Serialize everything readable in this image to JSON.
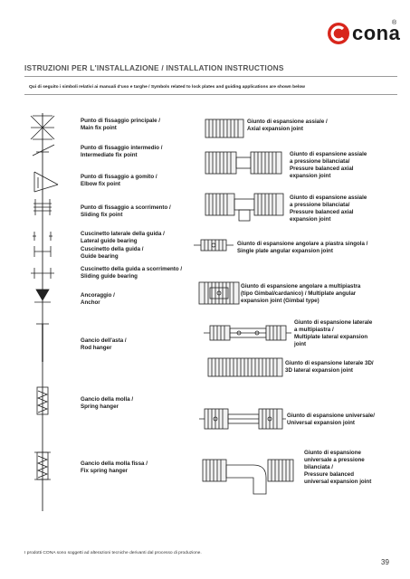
{
  "brand": {
    "name": "cona",
    "reg": "®"
  },
  "header": {
    "title": "ISTRUZIONI PER L'INSTALLAZIONE / INSTALLATION INSTRUCTIONS",
    "subtitle": "Qui di seguito i simboli relativi ai manuali d'uso e targhe / Symbols related to lock plates and guiding applications are shown below"
  },
  "left_items": [
    {
      "line1": "Punto di fissaggio principale /",
      "line2": "Main fix point"
    },
    {
      "line1": "Punto di fissaggio intermedio /",
      "line2": "Intermediate fix point"
    },
    {
      "line1": "Punto di fissaggio a gomito /",
      "line2": "Elbow fix point"
    },
    {
      "line1": "Punto di fissaggio a scorrimento /",
      "line2": "Sliding fix point"
    },
    {
      "line1": "Cuscinetto laterale della guida /",
      "line2": "Lateral guide bearing"
    },
    {
      "line1": "Cuscinetto della guida /",
      "line2": "Guide bearing"
    },
    {
      "line1": "Cuscinetto della guida a scorrimento /",
      "line2": "Sliding guide bearing"
    },
    {
      "line1": "Ancoraggio /",
      "line2": "Anchor"
    },
    {
      "line1": "Gancio dell'asta /",
      "line2": "Rod hanger"
    },
    {
      "line1": "Gancio della molla /",
      "line2": "Spring hanger"
    },
    {
      "line1": "Gancio della molla fissa /",
      "line2": "Fix spring hanger"
    }
  ],
  "right_items": [
    {
      "lines": [
        "Giunto di espansione assiale /",
        "Axial expansion joint"
      ]
    },
    {
      "lines": [
        "Giunto di espansione assiale",
        "a pressione bilanciata/",
        "Pressure balanced axial",
        "expansion joint"
      ]
    },
    {
      "lines": [
        "Giunto di espansione assiale",
        "a pressione bilanciata/",
        "Pressure balanced axial",
        "expansion joint"
      ]
    },
    {
      "lines": [
        "Giunto di espansione angolare a piastra singola /",
        "Single plate angular expansion joint"
      ]
    },
    {
      "lines": [
        "Giunto di espansione angolare a multipiastra",
        "(tipo Gimbal/cardanico) / Multiplate angular",
        "expansion joint (Gimbal type)"
      ]
    },
    {
      "lines": [
        "Giunto di espansione laterale",
        "a multipiastra /",
        "Multiplate lateral expansion",
        "joint"
      ]
    },
    {
      "lines": [
        "Giunto di espansione laterale 3D/",
        "3D lateral expansion joint"
      ]
    },
    {
      "lines": [
        "Giunto di espansione universale/",
        "Universal expansion joint"
      ]
    },
    {
      "lines": [
        "Giunto di espansione",
        "universale a pressione",
        "bilanciata /",
        "Pressure balanced",
        "universal expansion joint"
      ]
    }
  ],
  "footer": {
    "note": "I prodotti CONA sono soggetti ad alterazioni tecniche derivanti dal processo di produzione.",
    "page": "39"
  }
}
